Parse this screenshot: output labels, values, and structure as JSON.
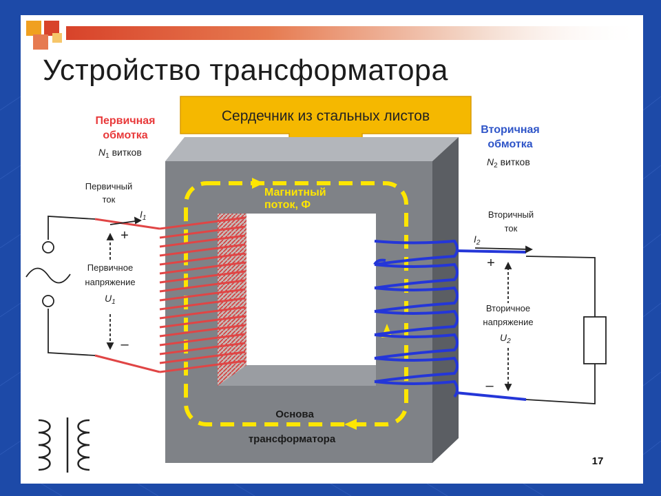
{
  "slide": {
    "title": "Устройство трансформатора",
    "page_number": "17"
  },
  "labels": {
    "core_banner": "Сердечник из стальных листов",
    "primary_winding_line1": "Первичная",
    "primary_winding_line2": "обмотка",
    "primary_turns_symbol": "N",
    "primary_turns_sub": "1",
    "primary_turns_word": "витков",
    "secondary_winding_line1": "Вторичная",
    "secondary_winding_line2": "обмотка",
    "secondary_turns_symbol": "N",
    "secondary_turns_sub": "2",
    "secondary_turns_word": "витков",
    "primary_current_line1": "Первичный",
    "primary_current_line2": "ток",
    "primary_current_symbol": "I",
    "primary_current_sub": "1",
    "primary_voltage_line1": "Первичное",
    "primary_voltage_line2": "напряжение",
    "primary_voltage_symbol": "U",
    "primary_voltage_sub": "1",
    "secondary_current_line1": "Вторичный",
    "secondary_current_line2": "ток",
    "secondary_current_symbol": "I",
    "secondary_current_sub": "2",
    "secondary_voltage_line1": "Вторичное",
    "secondary_voltage_line2": "напряжение",
    "secondary_voltage_symbol": "U",
    "secondary_voltage_sub": "2",
    "flux_line1": "Магнитный",
    "flux_line2": "поток, Ф",
    "base_line1": "Основа",
    "base_line2": "трансформатора",
    "plus_sign": "+",
    "minus_sign": "–"
  },
  "colors": {
    "primary_label": "#e8393a",
    "secondary_label": "#2f55c8",
    "primary_coil": "#e04545",
    "secondary_coil": "#2436d8",
    "flux": "#ffe600",
    "core_front": "#7f8287",
    "banner": "#f5b800",
    "slide_background": "#1d4aa8"
  }
}
